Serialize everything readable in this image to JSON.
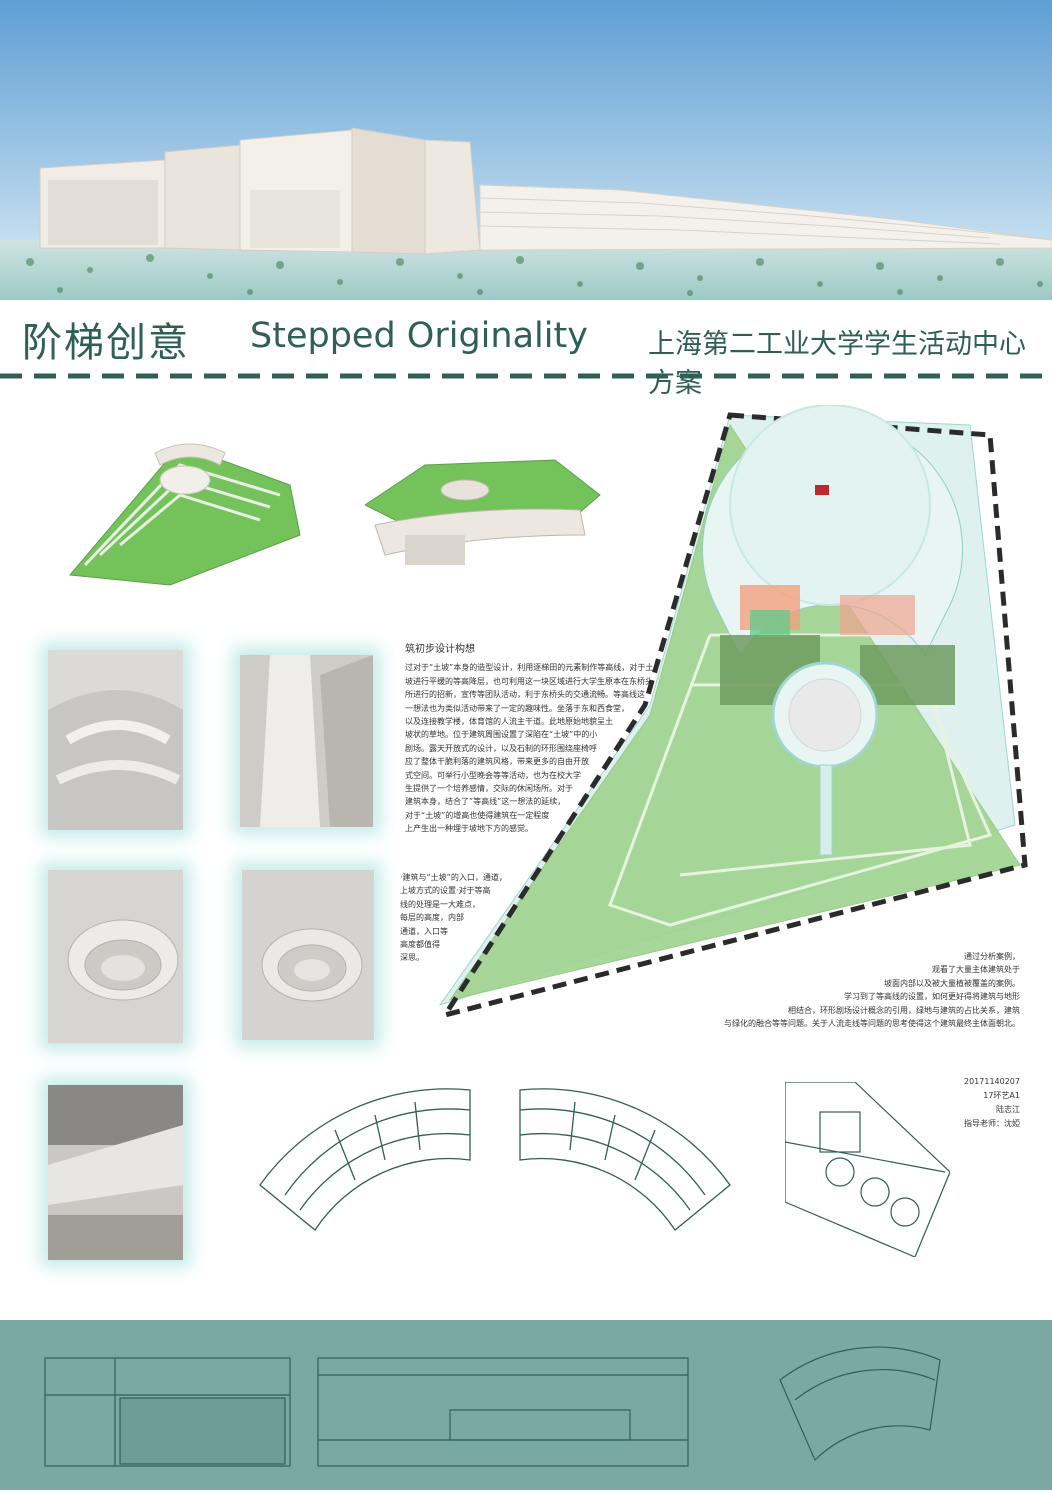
{
  "title": {
    "cn": "阶梯创意",
    "en": "Stepped Originality",
    "subtitle": "上海第二工业大学学生活动中心方案"
  },
  "design_text": {
    "heading": "筑初步设计构想",
    "lines": [
      "过对于“土坡”本身的造型设计，利用逐梯田的元素制作等高线，对于土",
      "坡进行平缓的等高降层，也可利用这一块区域进行大学生原本在东桥头",
      "所进行的招新，宣传等团队活动，利于东桥头的交通流畅。等高线这",
      "一想法也为类似活动带来了一定的趣味性。坐落于东和西食堂，",
      "以及连接教学楼，体育馆的人流主干道。此地原始地貌呈土",
      "坡状的草地。位于建筑周围设置了深陷在“土坡”中的小",
      "剧场。露天开放式的设计，以及石制的环形围绕座椅呼",
      "应了整体干脆利落的建筑风格，带来更多的自由开放",
      "式空间。可举行小型晚会等等活动，也为在校大学",
      "生提供了一个培养感情，交际的休闲场所。对于",
      "建筑本身，结合了”等高线”这一想法的延续，",
      "对于“土坡”的增高也使得建筑在一定程度",
      "上产生出一种埋于坡地下方的感觉。"
    ]
  },
  "entrance_text": {
    "lines": [
      "·建筑与“土坡”的入口，通道，",
      "上坡方式的设置·对于等高",
      "线的处理是一大难点，",
      "每层的高度，内部",
      "通道，入口等",
      "高度都值得",
      "深思。"
    ]
  },
  "analysis_text": {
    "lines": [
      "通过分析案例，",
      "观看了大量主体建筑处于",
      "坡面内部以及被大量植被覆盖的案例。",
      "学习到了等高线的设置，如何更好得将建筑与地形",
      "相结合，环形剧场设计概念的引用，绿地与建筑的占比关系，建筑",
      "与绿化的融合等等问题。关于人流走线等问题的思考使得这个建筑最终主体面朝北。"
    ]
  },
  "credits": {
    "student_id": "20171140207",
    "class": "17环艺A1",
    "name": "陆志江",
    "advisor": "指导老师：沈婭"
  },
  "colors": {
    "brand_green": "#2f5f55",
    "footer_teal": "#7aa8a2",
    "glow": "#c7ece9",
    "grass": "#74c25a",
    "site_green": "#9fd48e"
  }
}
